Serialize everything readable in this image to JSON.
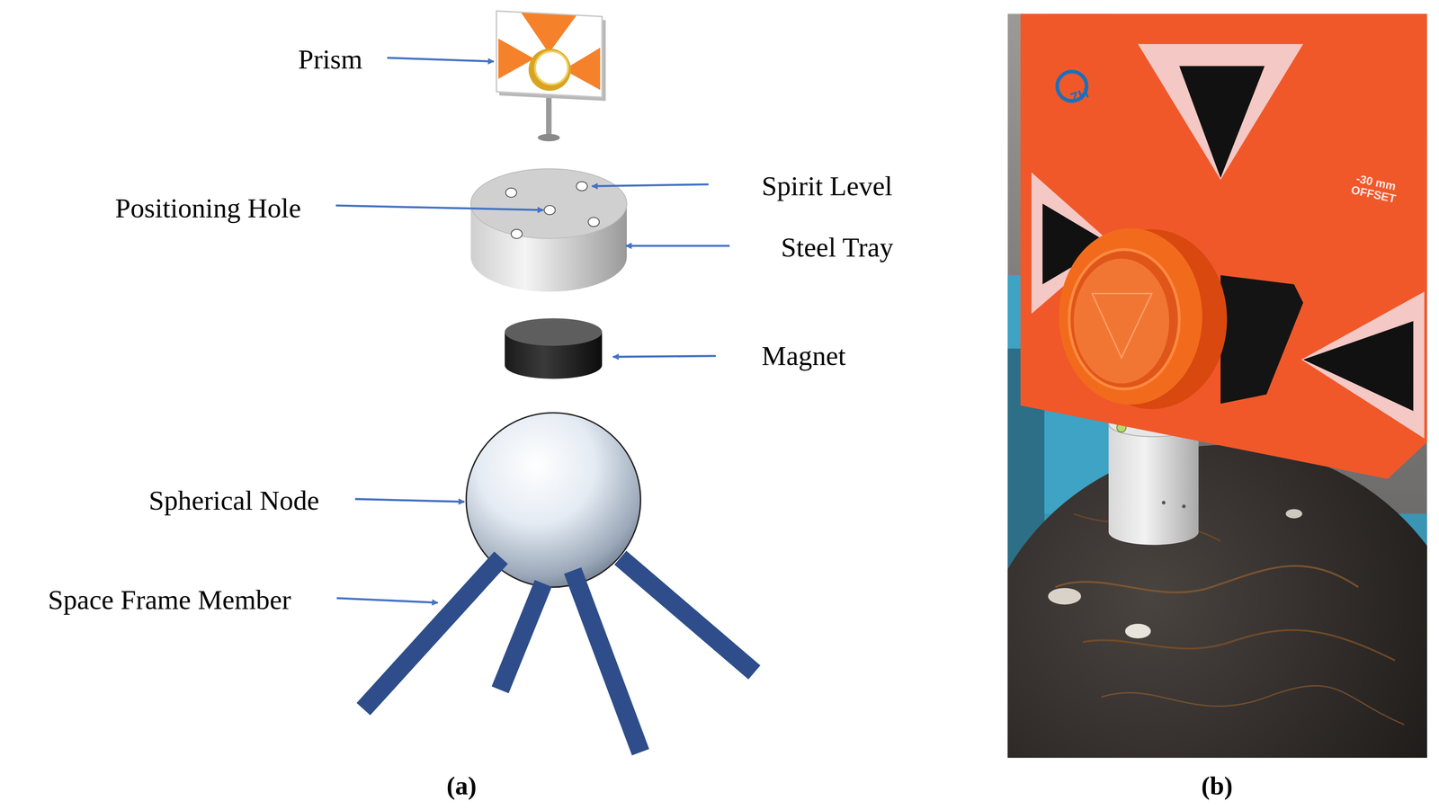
{
  "diagram": {
    "labels": [
      "Prism",
      "Positioning Hole",
      "Spirit Level",
      "Steel Tray",
      "Magnet",
      "Spherical Node",
      "Space Frame Member",
      "(a)",
      "ZH",
      "-30 mm OFFSET",
      "(b)"
    ]
  }
}
